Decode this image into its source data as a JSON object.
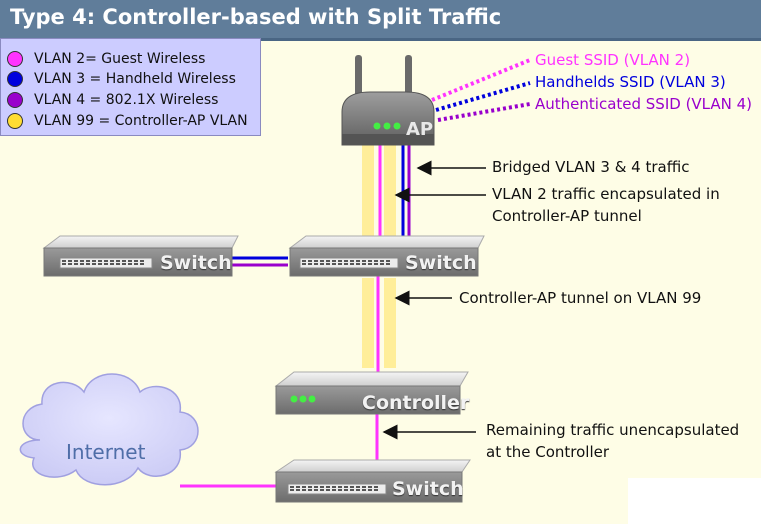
{
  "title": "Type 4: Controller-based with Split Traffic",
  "legend": [
    {
      "label": "VLAN 2= Guest Wireless",
      "color": "#ff33ff"
    },
    {
      "label": "VLAN 3 = Handheld Wireless",
      "color": "#0000dd"
    },
    {
      "label": "VLAN 4 = 802.1X Wireless",
      "color": "#9900cc"
    },
    {
      "label": "VLAN 99 = Controller-AP VLAN",
      "color": "#ffdd33"
    }
  ],
  "ssids": [
    {
      "label": "Guest SSID (VLAN 2)",
      "color": "#ff33ff"
    },
    {
      "label": "Handhelds SSID (VLAN 3)",
      "color": "#0000dd"
    },
    {
      "label": "Authenticated SSID (VLAN 4)",
      "color": "#9900cc"
    }
  ],
  "devices": {
    "ap": "AP",
    "switch_left": "Switch",
    "switch_center": "Switch",
    "controller": "Controller",
    "switch_bottom": "Switch",
    "internet": "Internet"
  },
  "annotations": {
    "bridged": "Bridged VLAN 3 & 4 traffic",
    "vlan2_line1": "VLAN 2 traffic encapsulated in",
    "vlan2_line2": "Controller-AP tunnel",
    "tunnel99": "Controller-AP tunnel on VLAN 99",
    "remaining_line1": "Remaining traffic unencapsulated",
    "remaining_line2": "at the Controller"
  },
  "colors": {
    "vlan2": "#ff33ff",
    "vlan3": "#0000dd",
    "vlan4": "#9900cc",
    "vlan99": "#ffee99",
    "title_bar": "#607d9a",
    "legend_bg": "#ccccff",
    "background": "#fefde6"
  }
}
